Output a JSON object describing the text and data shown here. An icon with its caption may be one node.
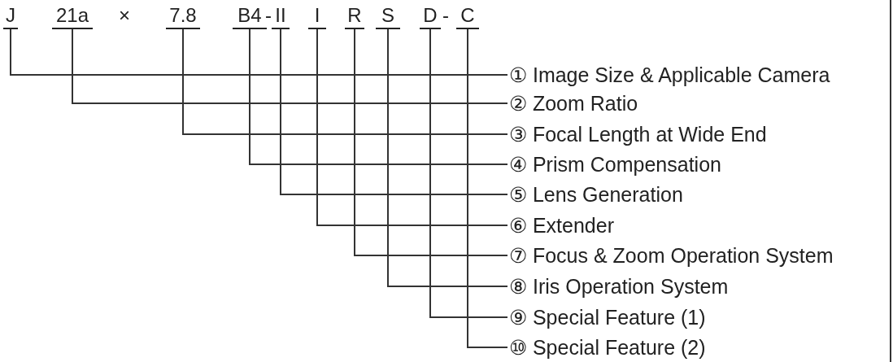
{
  "diagram": {
    "nodes": [
      {
        "text": [
          "J"
        ]
      },
      {
        "text": [
          "21a"
        ]
      },
      {
        "text": [
          "7.8"
        ]
      },
      {
        "text": [
          "B4"
        ]
      },
      {
        "text": [
          "II"
        ]
      },
      {
        "text": [
          "I"
        ]
      },
      {
        "text": [
          "R"
        ]
      },
      {
        "text": [
          "S"
        ]
      },
      {
        "text": [
          "D"
        ]
      },
      {
        "text": [
          "C"
        ]
      },
      {
        "text": [
          "① Image Size & Applicable Camera"
        ]
      },
      {
        "text": [
          "② Zoom Ratio"
        ]
      },
      {
        "text": [
          "③ Focal Length at Wide End"
        ]
      },
      {
        "text": [
          "④ Prism Compensation"
        ]
      },
      {
        "text": [
          "⑤ Lens Generation"
        ]
      },
      {
        "text": [
          "⑥ Extender"
        ]
      },
      {
        "text": [
          "⑦ Focus & Zoom Operation System"
        ]
      },
      {
        "text": [
          "⑧ Iris Operation System"
        ]
      },
      {
        "text": [
          "⑨ Special Feature (1)"
        ]
      },
      {
        "text": [
          "⑩ Special Feature (2)"
        ]
      }
    ],
    "edges": [
      {
        "from": 0,
        "to": 10,
        "arrow": "none"
      },
      {
        "from": 1,
        "to": 11,
        "arrow": "none"
      },
      {
        "from": 2,
        "to": 12,
        "arrow": "none"
      },
      {
        "from": 3,
        "to": 13,
        "arrow": "none"
      },
      {
        "from": 4,
        "to": 14,
        "arrow": "none"
      },
      {
        "from": 5,
        "to": 15,
        "arrow": "none"
      },
      {
        "from": 6,
        "to": 16,
        "arrow": "none"
      },
      {
        "from": 7,
        "to": 17,
        "arrow": "none"
      },
      {
        "from": 8,
        "to": 18,
        "arrow": "none"
      },
      {
        "from": 9,
        "to": 19,
        "arrow": "none"
      }
    ],
    "labels": [
      "×",
      "-",
      "-"
    ]
  }
}
